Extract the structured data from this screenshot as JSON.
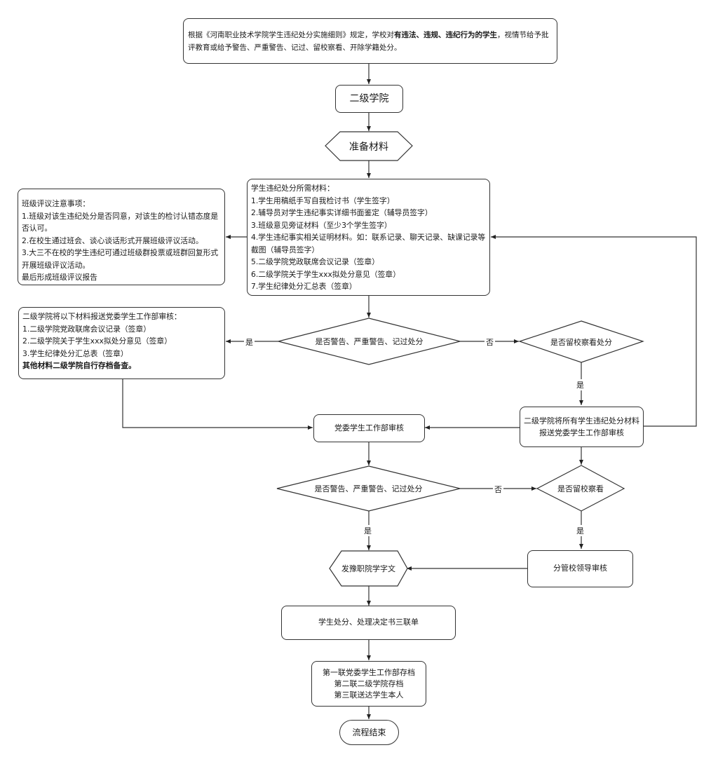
{
  "nodes": {
    "intro": {
      "prefix": "根据《河南职业技术学院学生违纪处分实施细则》规定，学校对",
      "bold": "有违法、违规、违纪行为的学生",
      "suffix": "，视情节给予批评教育或给予警告、严重警告、记过、留校察看、开除学籍处分。"
    },
    "college": "二级学院",
    "prepare": "准备材料",
    "materials": {
      "title": "学生违纪处分所需材料：",
      "items": [
        "1.学生用稿纸手写自我检讨书（学生签字）",
        "2.辅导员对学生违纪事实详细书面鉴定（辅导员签字）",
        "3.班级意见旁证材料（至少3个学生签字）",
        "4.学生违纪事实相关证明材料。如：联系记录、聊天记录、缺课记录等截图（辅导员签字）",
        "5.二级学院党政联席会议记录（签章）",
        "6.二级学院关于学生xxx拟处分意见（签章）",
        "7.学生纪律处分汇总表（签章）"
      ]
    },
    "class_review": {
      "title": "班级评议注意事项：",
      "items": [
        "1.班级对该生违纪处分是否同意，对该生的检讨认错态度是否认可。",
        "2.在校生通过班会、谈心谈话形式开展班级评议活动。",
        "3.大三不在校的学生违纪可通过班级群投票或班群回复形式开展班级评议活动。",
        "最后形成班级评议报告"
      ]
    },
    "submit_docs": {
      "title": "二级学院将以下材料报送党委学生工作部审核：",
      "items": [
        "1.二级学院党政联席会议记录（签章）",
        "2.二级学院关于学生xxx拟处分意见（签章）",
        "3.学生纪律处分汇总表（签章）"
      ],
      "bold_note": "其他材料二级学院自行存档备查。"
    },
    "decision1": "是否警告、严重警告、记过处分",
    "decision2": "是否留校察看处分",
    "submit_all": "二级学院将所有学生违纪处分材料报送党委学生工作部审核",
    "party_review": "党委学生工作部审核",
    "decision3": "是否警告、严重警告、记过处分",
    "decision4": "是否留校察看",
    "leader_review": "分管校领导审核",
    "issue_doc": "发豫职院学字文",
    "decision_form": "学生处分、处理决定书三联单",
    "copies": [
      "第一联党委学生工作部存档",
      "第二联二级学院存档",
      "第三联送达学生本人"
    ],
    "end": "流程结束"
  },
  "edge_labels": {
    "yes": "是",
    "no": "否"
  }
}
